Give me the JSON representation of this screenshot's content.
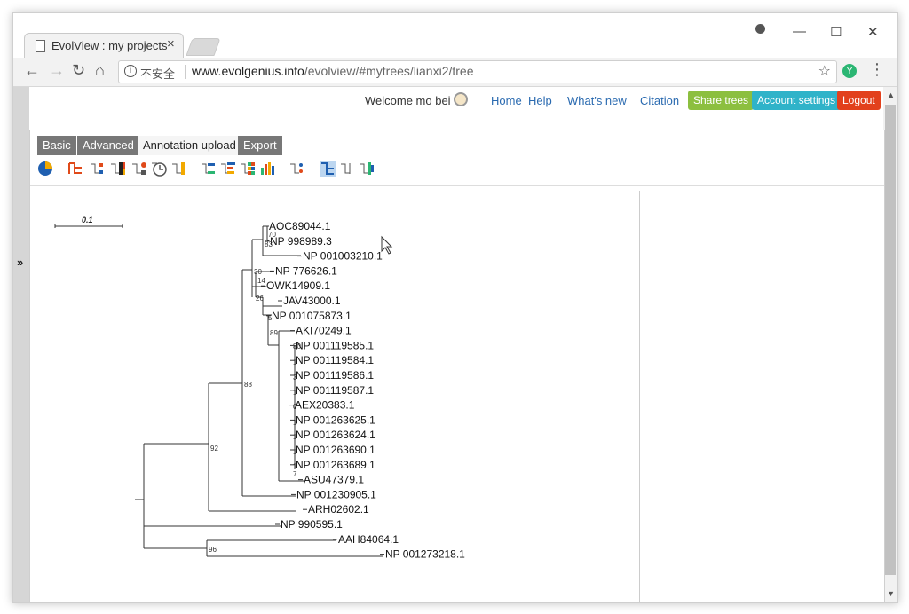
{
  "browser": {
    "tab_title": "EvolView : my projects",
    "tab_close": "×",
    "insecure_label": "不安全",
    "url_host": "www.evolgenius.info",
    "url_path": "/evolview/#mytrees/lianxi2/tree",
    "ext_label": "Y",
    "min": "—",
    "max": "☐",
    "close": "✕"
  },
  "header": {
    "welcome": "Welcome mo bei",
    "links": [
      "Home",
      "Help",
      "What's new",
      "Citation"
    ],
    "share_trees": "Share trees",
    "account_settings": "Account settings",
    "logout": "Logout",
    "colors": {
      "share": "#8cbf3f",
      "account": "#2fb3c9",
      "logout": "#e2401c",
      "link": "#2a6ab0"
    }
  },
  "panel_tabs": [
    "Basic",
    "Advanced",
    "Annotation upload",
    "Export"
  ],
  "annotation_icons": [
    "pie-chart-icon",
    "branch-color-icon",
    "leaf-label-color-icon",
    "color-strip-icon",
    "shape-icon",
    "timeline-icon",
    "bar-tree-icon",
    "protein-domain-icon",
    "bar-chart-icon",
    "heatmap-icon",
    "grouped-bar-icon",
    "dot-plot-icon",
    "collapse-icon",
    "align-icon",
    "tree-connect-icon"
  ],
  "tree": {
    "scale_label": "0.1",
    "leaves": [
      "AOC89044.1",
      "NP 998989.3",
      "NP 001003210.1",
      "NP 776626.1",
      "OWK14909.1",
      "JAV43000.1",
      "NP 001075873.1",
      "AKI70249.1",
      "NP 001119585.1",
      "NP 001119584.1",
      "NP 001119586.1",
      "NP 001119587.1",
      "AEX20383.1",
      "NP 001263625.1",
      "NP 001263624.1",
      "NP 001263690.1",
      "NP 001263689.1",
      "ASU47379.1",
      "NP 001230905.1",
      "ARH02602.1",
      "NP 990595.1",
      "AAH84064.1",
      "NP 001273218.1"
    ],
    "bootstrap": [
      "70",
      "83",
      "30",
      "14",
      "26",
      "5",
      "89",
      "88",
      "92",
      "96",
      "80",
      "1",
      "3",
      "1",
      "0",
      "1",
      "1",
      "1",
      "1",
      "7"
    ]
  }
}
